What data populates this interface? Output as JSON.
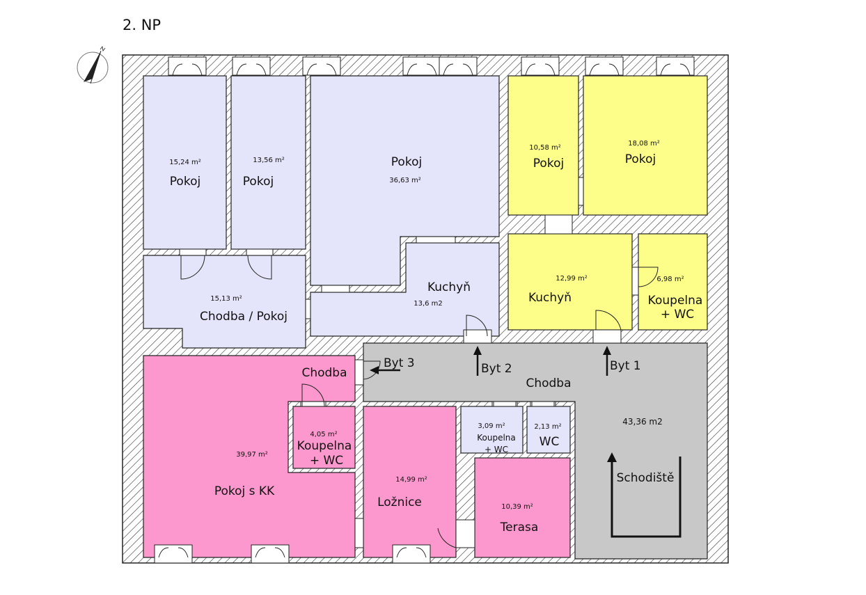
{
  "floor": {
    "title": "2. NP"
  },
  "colors": {
    "unit_blue": "#e4e4fa",
    "unit_yellow": "#fdfd8a",
    "unit_pink": "#fc98cd",
    "common_gray": "#c8c8c8",
    "wall_hatch": "#333333"
  },
  "icons": {
    "north_arrow": "compass-north-icon",
    "entry_arrow": "arrow-up-icon"
  },
  "rooms": {
    "blue_pokoj_1": {
      "name": "Pokoj",
      "area": "15,24 m²"
    },
    "blue_pokoj_2": {
      "name": "Pokoj",
      "area": "13,56 m²"
    },
    "blue_pokoj_3": {
      "name": "Pokoj",
      "area": "36,63 m²"
    },
    "blue_chodba_pokoj": {
      "name": "Chodba / Pokoj",
      "area": "15,13 m²"
    },
    "blue_kuchyn": {
      "name": "Kuchyň",
      "area": "13,6 m2"
    },
    "yellow_pokoj_1": {
      "name": "Pokoj",
      "area": "10,58 m²"
    },
    "yellow_pokoj_2": {
      "name": "Pokoj",
      "area": "18,08 m²"
    },
    "yellow_kuchyn": {
      "name": "Kuchyň",
      "area": "12,99 m²"
    },
    "yellow_koupelna": {
      "name_line1": "Koupelna",
      "name_line2": "+ WC",
      "area": "6,98 m²"
    },
    "common_chodba": {
      "name": "Chodba",
      "area": "43,36 m2"
    },
    "common_schodiste": {
      "name": "Schodiště"
    },
    "common_koupelna": {
      "name_line1": "Koupelna",
      "name_line2": "+ WC",
      "area": "3,09 m²"
    },
    "common_wc": {
      "name": "WC",
      "area": "2,13 m²"
    },
    "pink_chodba": {
      "name": "Chodba"
    },
    "pink_koupelna": {
      "name_line1": "Koupelna",
      "name_line2": "+ WC",
      "area": "4,05 m²"
    },
    "pink_pokoj_kk": {
      "name": "Pokoj s KK",
      "area": "39,97 m²"
    },
    "pink_loznice": {
      "name": "Ložnice",
      "area": "14,99 m²"
    },
    "pink_terasa": {
      "name": "Terasa",
      "area": "10,39 m²"
    }
  },
  "entries": {
    "byt_1": "Byt 1",
    "byt_2": "Byt 2",
    "byt_3": "Byt 3"
  }
}
